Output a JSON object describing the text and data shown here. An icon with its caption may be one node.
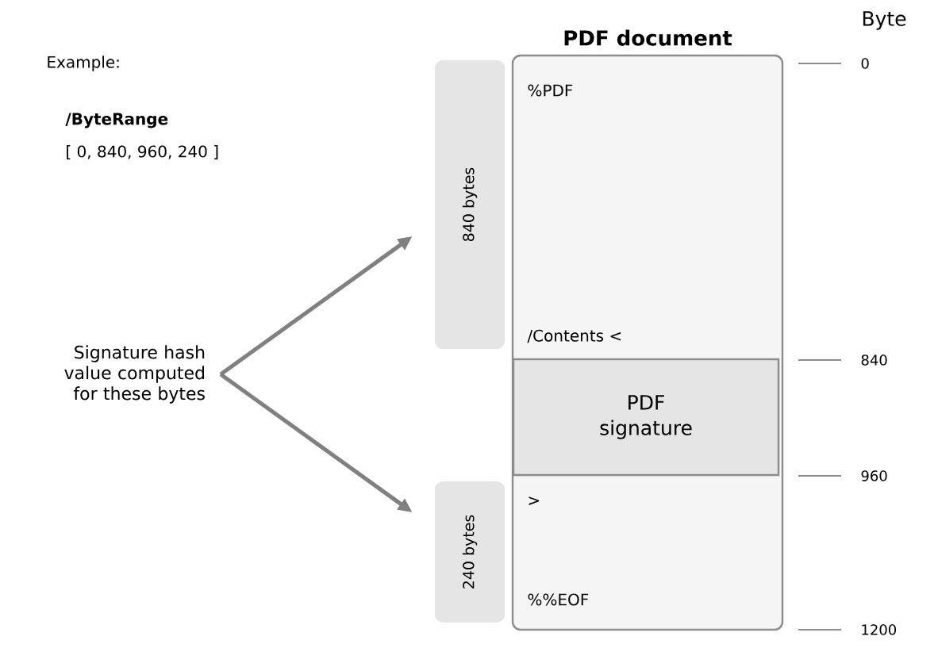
{
  "diagram": {
    "nodes": [
      {
        "text": [
          "PDF document"
        ]
      },
      {
        "text": [
          "PDF signature"
        ],
        "in": 0
      },
      {
        "text": [
          "840 bytes"
        ]
      },
      {
        "text": [
          "240 bytes"
        ]
      },
      {
        "text": [
          "Signature hash value computed for these bytes"
        ]
      }
    ],
    "edges": [
      {
        "from": 4,
        "to": 2,
        "arrow": "to"
      },
      {
        "from": 4,
        "to": 3,
        "arrow": "to"
      }
    ],
    "labels": [
      "Example:",
      "/ByteRange",
      "[ 0, 840, 960, 240 ]",
      "%PDF",
      "/Contents <",
      ">",
      "%%EOF",
      "Byte",
      "0",
      "840",
      "960",
      "1200"
    ]
  }
}
